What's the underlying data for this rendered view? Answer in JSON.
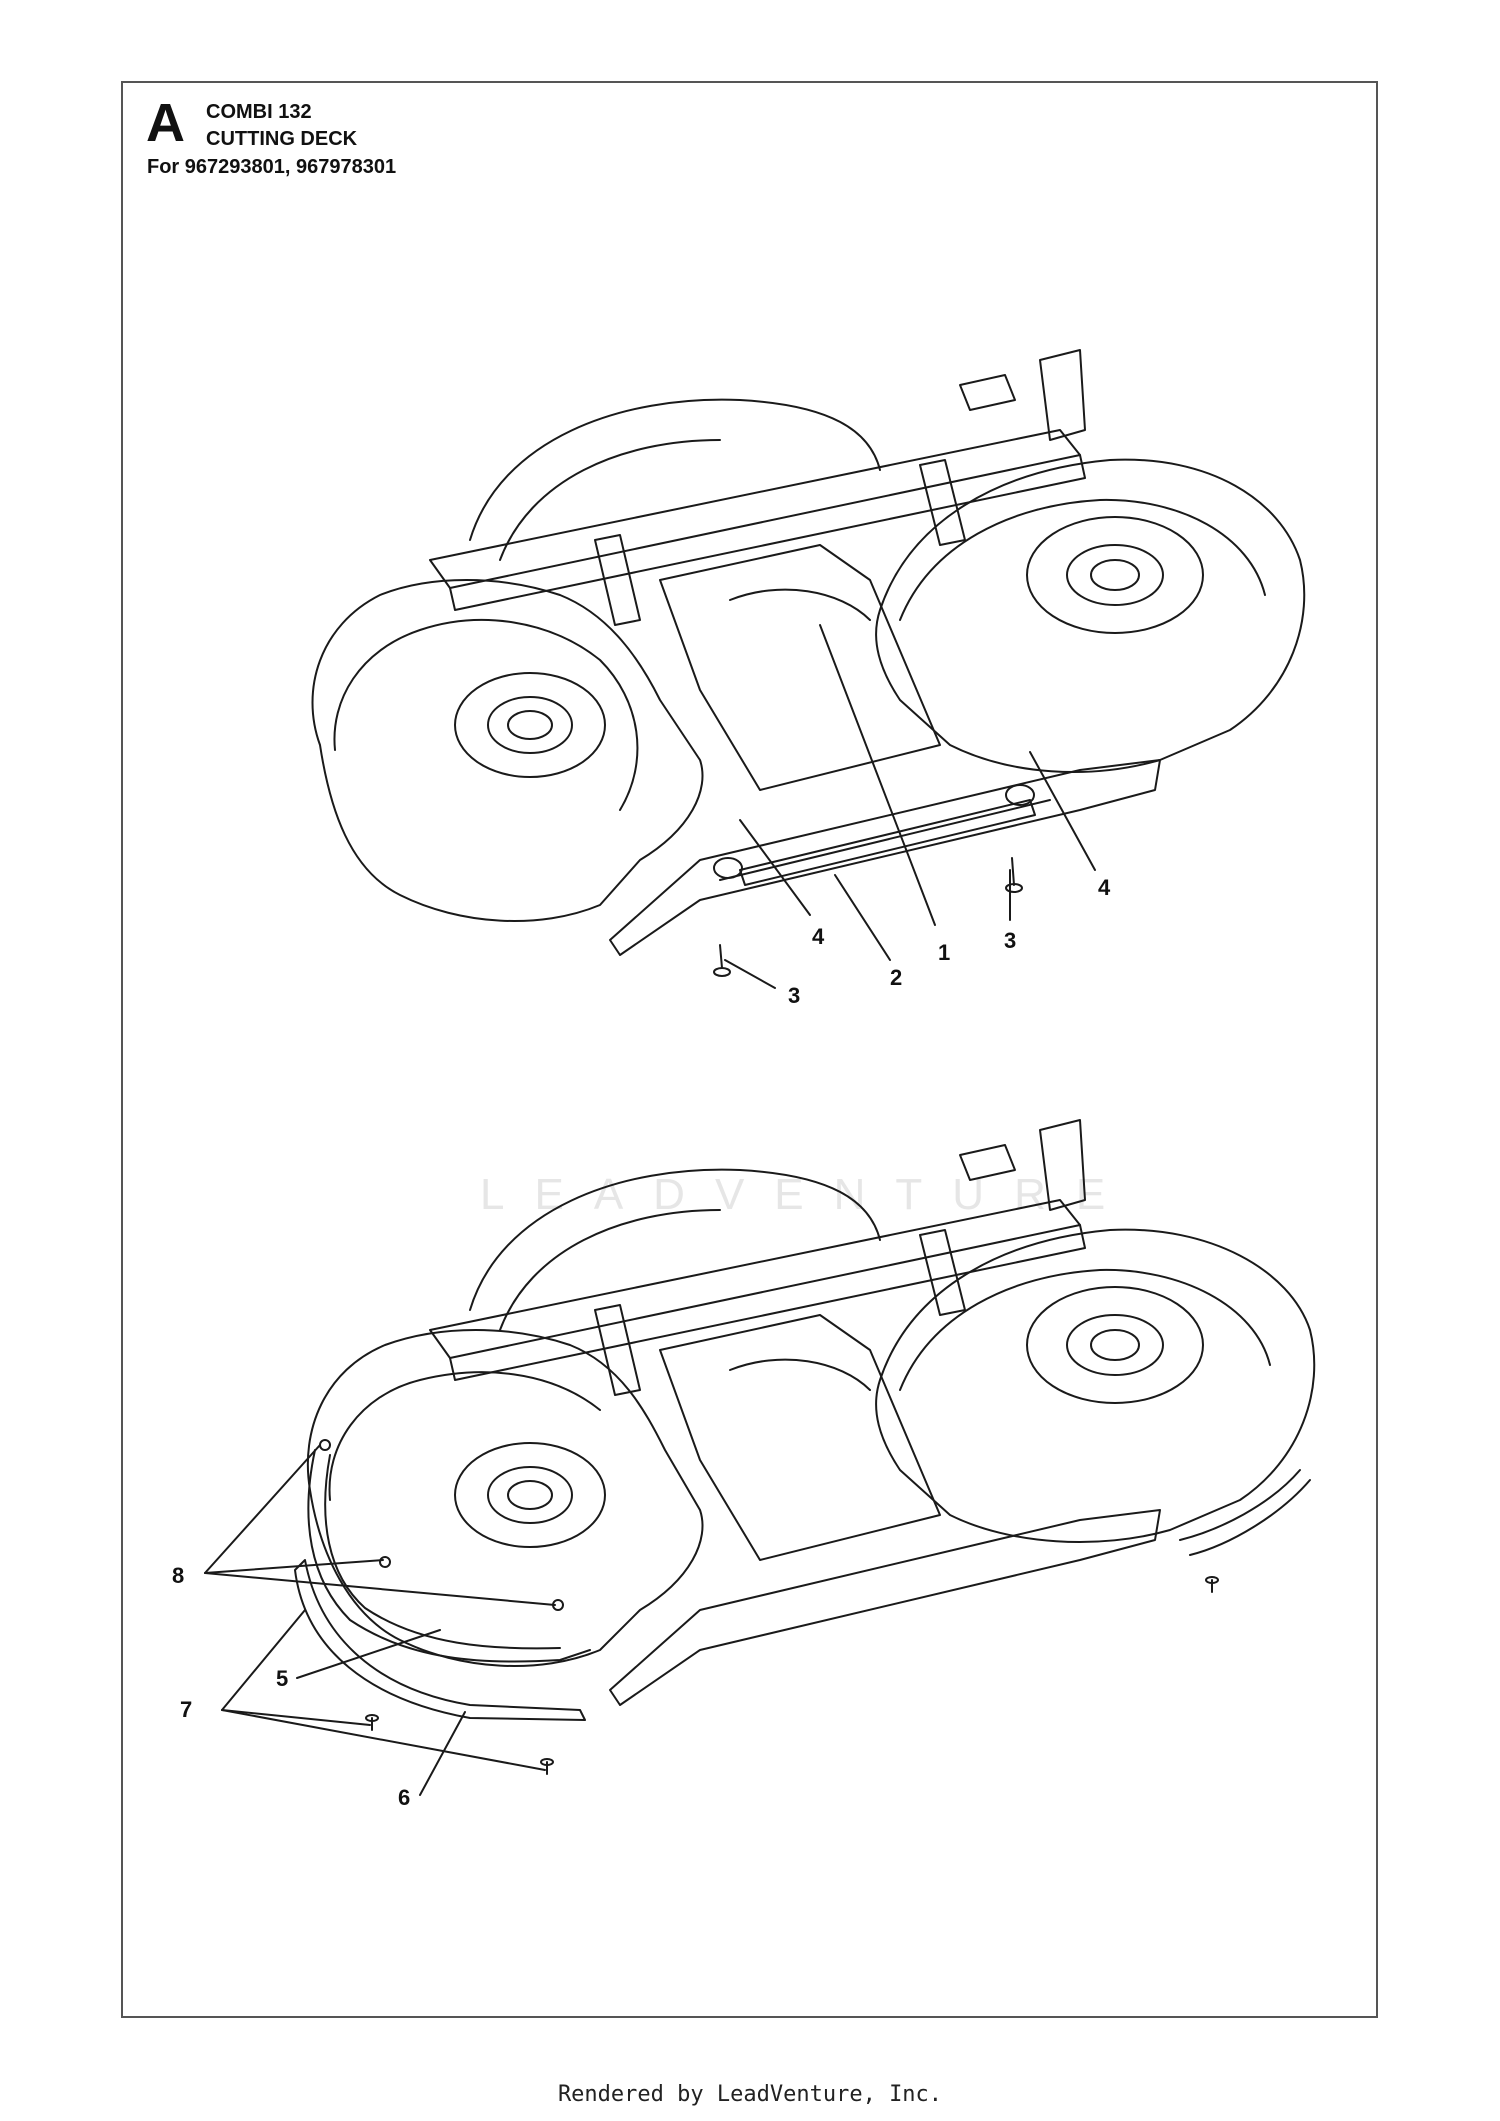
{
  "header": {
    "section_letter": "A",
    "model": "COMBI 132",
    "title": "CUTTING DECK",
    "for_line": "For 967293801, 967978301"
  },
  "watermark": {
    "text": "LEADVENTURE"
  },
  "callouts": {
    "upper": [
      {
        "id": "c1",
        "label": "1"
      },
      {
        "id": "c2",
        "label": "2"
      },
      {
        "id": "c3a",
        "label": "3"
      },
      {
        "id": "c3b",
        "label": "3"
      },
      {
        "id": "c4a",
        "label": "4"
      },
      {
        "id": "c4b",
        "label": "4"
      }
    ],
    "lower": [
      {
        "id": "c5",
        "label": "5"
      },
      {
        "id": "c6",
        "label": "6"
      },
      {
        "id": "c7",
        "label": "7"
      },
      {
        "id": "c8",
        "label": "8"
      }
    ]
  },
  "footer": {
    "text": "Rendered by LeadVenture, Inc."
  },
  "colors": {
    "line": "#1a1a1a",
    "frame": "#555555",
    "watermark": "#e6e6e6"
  }
}
